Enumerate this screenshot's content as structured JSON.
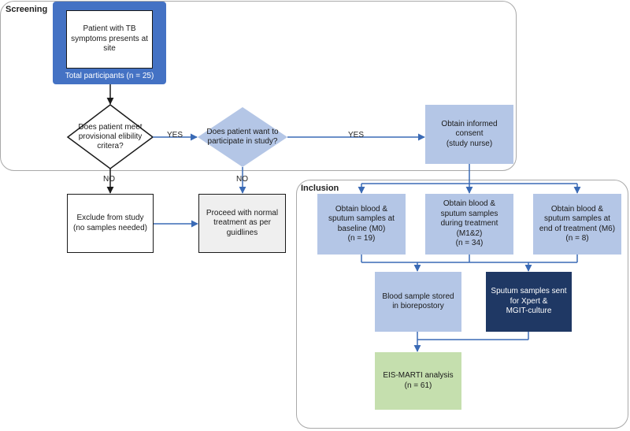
{
  "regions": {
    "screening": "Screening",
    "inclusion": "Inclusion"
  },
  "nodes": {
    "patient_presents": "Patient with TB\nsymptoms presents at\nsite",
    "total_participants": "Total participants (n = 25)",
    "eligibility_question": "Does patient meet\nprovisional elibility\ncritera?",
    "participate_question": "Does patient want to\nparticipate in study?",
    "informed_consent": "Obtain informed\nconsent\n(study nurse)",
    "exclude": "Exclude from study\n(no samples needed)",
    "normal_treatment": "Proceed with normal\ntreatment as per\nguidlines",
    "baseline": "Obtain blood &\nsputum samples at\nbaseline (M0)\n(n = 19)",
    "during_treatment": "Obtain blood &\nsputum samples\nduring treatment\n(M1&2)\n(n = 34)",
    "end_treatment": "Obtain blood &\nsputum samples at\nend of treatment (M6)\n(n = 8)",
    "blood_stored": "Blood sample stored\nin biorepostory",
    "sputum_sent": "Sputum samples sent\nfor Xpert &\nMGIT-culture",
    "analysis": "EIS-MARTI analysis\n(n = 61)"
  },
  "edge_labels": {
    "yes_1": "YES",
    "yes_2": "YES",
    "no_1": "NO",
    "no_2": "NO"
  },
  "colors": {
    "light_blue": "#b4c6e6",
    "medium_blue": "#4472c4",
    "navy": "#1f3864",
    "green": "#c5dfae",
    "arrow": "#3a6ab5",
    "grey": "#efefef"
  }
}
